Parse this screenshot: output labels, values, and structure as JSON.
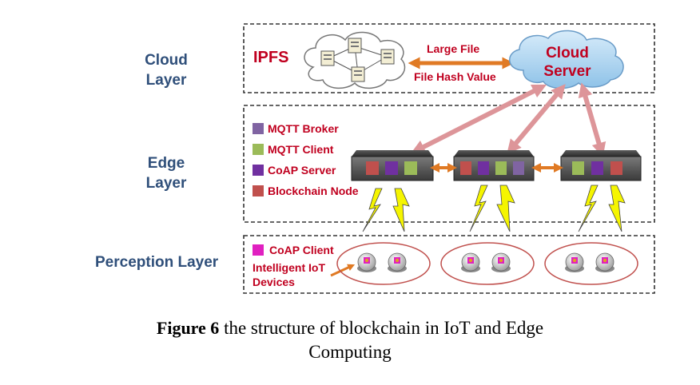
{
  "layers": {
    "cloud": [
      "Cloud",
      "Layer"
    ],
    "edge": [
      "Edge",
      "Layer"
    ],
    "perception": "Perception Layer"
  },
  "cloud_box": {
    "ipfs_label": "IPFS",
    "large_file_label": "Large File",
    "file_hash_label": "File Hash Value",
    "cloud_server_label": [
      "Cloud",
      "Server"
    ]
  },
  "edge_legend": [
    {
      "label": "MQTT Broker",
      "color": "#8064a2"
    },
    {
      "label": "MQTT Client",
      "color": "#9bbb59"
    },
    {
      "label": "CoAP Server",
      "color": "#7030a0"
    },
    {
      "label": "Blockchain Node",
      "color": "#c0504d"
    }
  ],
  "perception_legend": {
    "coap_client_label": "CoAP  Client",
    "coap_client_color": "#e020c0",
    "devices_label": [
      "Intelligent  IoT",
      "Devices"
    ]
  },
  "caption": {
    "figure_label": "Figure 6",
    "line1": " the structure of blockchain in IoT and Edge",
    "line2": "Computing"
  }
}
